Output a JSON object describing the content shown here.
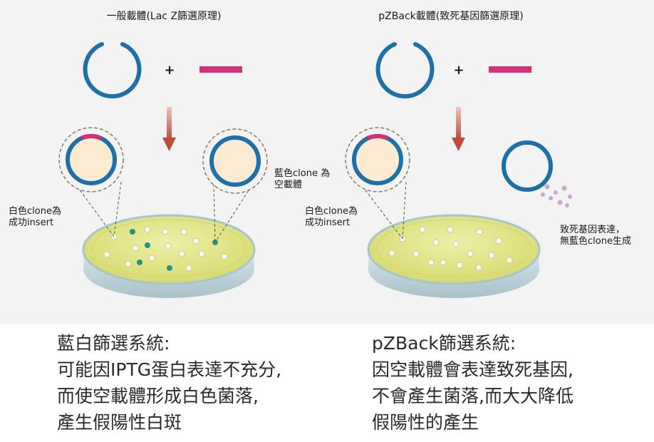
{
  "left_panel": {
    "title": "一般載體(Lac Z篩選原理)",
    "plus": "+",
    "label_white": [
      "白色clone為",
      "成功insert"
    ],
    "label_blue": [
      "藍色clone 為",
      "空載體"
    ]
  },
  "right_panel": {
    "title": "pZBack載體(致死基因篩選原理)",
    "plus": "+",
    "label_white": [
      "白色clone為",
      "成功insert"
    ],
    "label_lethal": [
      "致死基因表達，",
      "無藍色clone生成"
    ]
  },
  "captions": {
    "left": [
      "藍白篩選系統:",
      "可能因IPTG蛋白表達不充分,",
      "而使空載體形成白色菌落,",
      "產生假陽性白斑"
    ],
    "right": [
      "pZBack篩選系統:",
      "因空載體會表達致死基因,",
      "不會產生菌落,而大大降低",
      "假陽性的產生"
    ]
  },
  "colors": {
    "plasmid": "#1f6fa8",
    "insert": "#d62f7a",
    "arrow": "#c0493a",
    "agar": "#e6e98c",
    "white_colony": "#fbfbf0",
    "blue_colony": "#2a8f86",
    "lethal_dots": "#c9a7cf",
    "bubble_fill": "#fbebd3"
  }
}
